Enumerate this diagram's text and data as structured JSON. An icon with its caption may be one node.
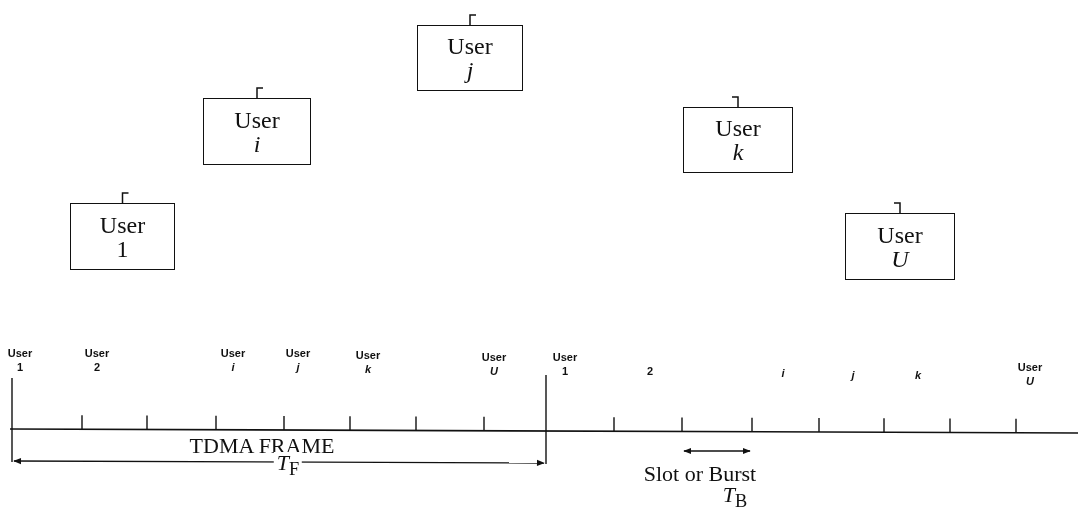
{
  "diagram": {
    "nodes": [
      {
        "text": [
          "User 1"
        ]
      },
      {
        "text": [
          "User *i*"
        ]
      },
      {
        "text": [
          "User *j*"
        ]
      },
      {
        "text": [
          "User *k*"
        ]
      },
      {
        "text": [
          "User *U*"
        ]
      }
    ],
    "labels": [
      "User 1",
      "User 2",
      "User *i*",
      "User *j*",
      "User *k*",
      "User *U*",
      "User 1",
      "2",
      "*i*",
      "*j*",
      "*k*",
      "User *U*",
      "TDMA FRAME",
      "*T*$_{F}$",
      "Slot or Burst",
      "*T*$_{B}$"
    ]
  }
}
